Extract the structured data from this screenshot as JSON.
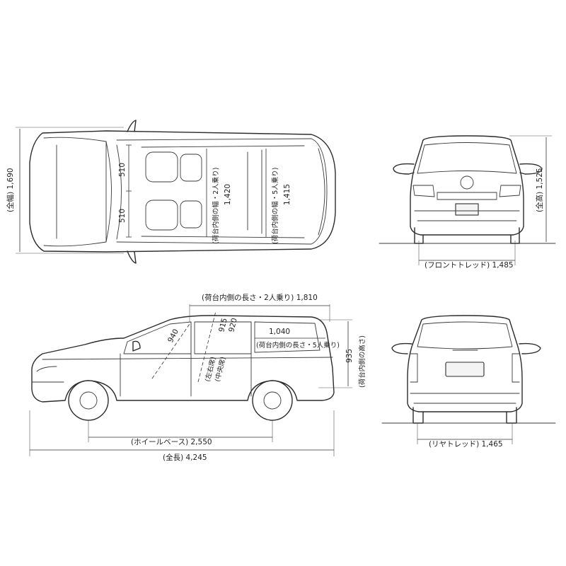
{
  "labels": {
    "top_overall_width": "(全幅) 1,690",
    "top_seat_front": "510",
    "top_seat_rear": "510",
    "top_width_2p": "(荷台内側の幅・2人乗り)",
    "top_width_2p_value": "1,420",
    "top_width_5p": "(荷台内側の幅・5人乗り)",
    "top_width_5p_value": "1,415",
    "front_height": "(全高) 1,525",
    "front_tread": "(フロントトレッド) 1,485",
    "side_length_2p": "(荷台内側の長さ・2人乗り) 1,810",
    "side_940": "940",
    "side_lr_seat": "(左右席)",
    "side_lr_value": "915",
    "side_center_seat": "(中央席)",
    "side_center_value": "920",
    "side_length_5p_value": "1,040",
    "side_length_5p": "(荷台内側の長さ・5人乗り)",
    "side_inner_height_value": "935",
    "side_inner_height": "(荷台内側の高さ)",
    "wheelbase": "(ホイールベース) 2,550",
    "overall_length": "(全長) 4,245",
    "rear_tread": "(リヤトレッド) 1,465"
  }
}
